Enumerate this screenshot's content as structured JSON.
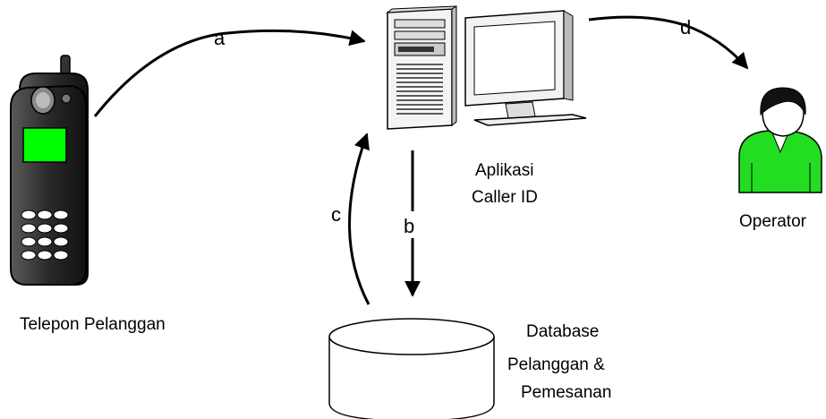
{
  "nodes": {
    "phone": {
      "label": "Telepon Pelanggan",
      "icon": "mobile-phone-icon",
      "screen_color": "#00ff00"
    },
    "app": {
      "label_line1": "Aplikasi",
      "label_line2": "Caller ID",
      "icon": "computer-icon"
    },
    "operator": {
      "label": "Operator",
      "icon": "person-icon",
      "body_color": "#22dd22"
    },
    "database": {
      "label_line1": "Database",
      "label_line2": "Pelanggan &",
      "label_line3": "Pemesanan",
      "icon": "database-cylinder-icon"
    }
  },
  "edges": {
    "a": {
      "label": "a",
      "from": "phone",
      "to": "app"
    },
    "b": {
      "label": "b",
      "from": "app",
      "to": "database"
    },
    "c": {
      "label": "c",
      "from": "database",
      "to": "app"
    },
    "d": {
      "label": "d",
      "from": "app",
      "to": "operator"
    }
  }
}
